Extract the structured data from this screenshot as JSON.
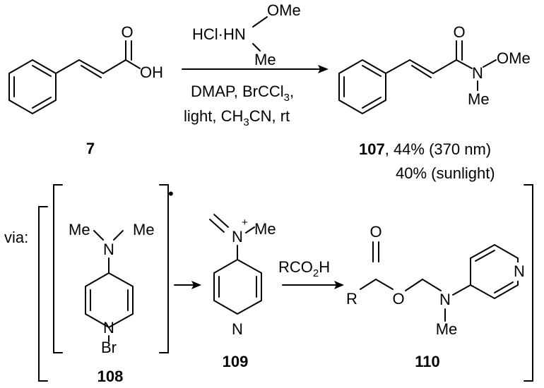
{
  "reaction": {
    "reagent_top": "HCl·HN",
    "reagent_ome": "OMe",
    "reagent_me": "Me",
    "conditions_line1": "DMAP, BrCCl",
    "conditions_line1_sub": "3",
    "conditions_line1_tail": ",",
    "conditions_line2_a": "light, CH",
    "conditions_line2_sub": "3",
    "conditions_line2_b": "CN, rt"
  },
  "compound_7": {
    "oxygen": "O",
    "hydroxyl": "OH",
    "label": "7"
  },
  "compound_107": {
    "oxygen": "O",
    "nitrogen": "N",
    "ome": "OMe",
    "me": "Me",
    "label": "107",
    "yield_1": ", 44% (370 nm)",
    "yield_2": "40% (sunlight)"
  },
  "mechanism": {
    "via": "via:",
    "radical_dot": "•",
    "reagent_a": "RCO",
    "reagent_sub": "2",
    "reagent_b": "H"
  },
  "compound_108": {
    "me_left": "Me",
    "me_right": "Me",
    "n_top": "N",
    "n_ring": "N",
    "br": "Br",
    "label": "108"
  },
  "compound_109": {
    "n_top": "N",
    "plus": "+",
    "me": "Me",
    "n_ring": "N",
    "label": "109"
  },
  "compound_110": {
    "oxygen_carbonyl": "O",
    "r": "R",
    "oxygen_ester": "O",
    "n_amine": "N",
    "me": "Me",
    "n_ring": "N",
    "label": "110"
  }
}
